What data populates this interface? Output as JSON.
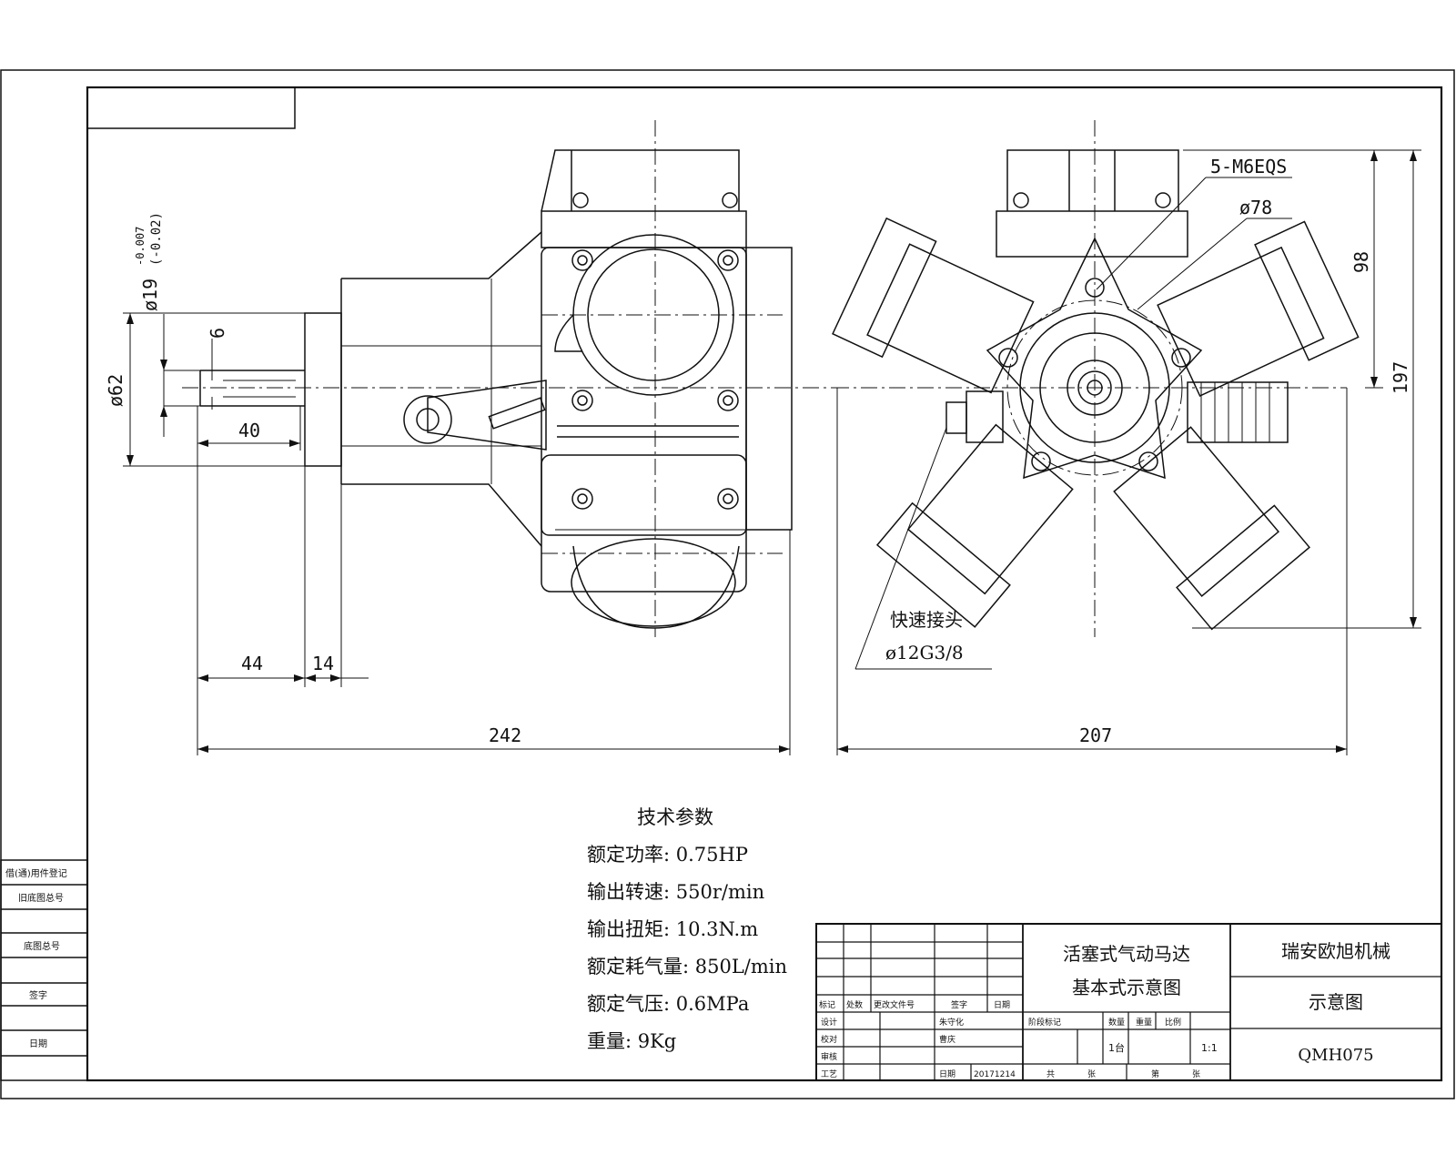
{
  "side_view": {
    "dim_phi19": "ø19",
    "dim_phi19_tol_upper": "-0.007",
    "dim_phi19_tol_lower": "(-0.02)",
    "dim_6": "6",
    "dim_phi62": "ø62",
    "dim_40": "40",
    "dim_44": "44",
    "dim_14": "14",
    "dim_242": "242"
  },
  "front_view": {
    "label_bolts": "5-M6EQS",
    "label_phi78": "ø78",
    "dim_98": "98",
    "dim_197": "197",
    "dim_207": "207",
    "quick_coupler": "快速接头",
    "quick_coupler_size": "ø12G3/8"
  },
  "specs": {
    "heading": "技术参数",
    "lines": [
      "额定功率: 0.75HP",
      "输出转速: 550r/min",
      "输出扭矩: 10.3N.m",
      "额定耗气量: 850L/min",
      "额定气压: 0.6MPa",
      "重量: 9Kg"
    ]
  },
  "title_block": {
    "title_line1": "活塞式气动马达",
    "title_line2": "基本式示意图",
    "company": "瑞安欧旭机械",
    "drawing_type": "示意图",
    "drawing_no": "QMH075",
    "rev_headers": [
      "标记",
      "处数",
      "更改文件号",
      "签字",
      "日期"
    ],
    "roles": [
      "设计",
      "校对",
      "审核",
      "工艺"
    ],
    "designer": "朱守化",
    "checker": "曹庆",
    "approve_label": "日期",
    "date": "20171214",
    "stage_label": "阶段标记",
    "qty_label": "数量",
    "weight_label": "重量",
    "scale_label": "比例",
    "qty_value": "1台",
    "scale_value": "1:1",
    "sheets_label": "共",
    "sheet_unit": "张",
    "sheet_label": "第",
    "sheet_unit2": "张"
  },
  "left_strip": {
    "rows": [
      "借(通)用件登记",
      "旧底图总号",
      "底图总号",
      "签字",
      "日期"
    ]
  }
}
